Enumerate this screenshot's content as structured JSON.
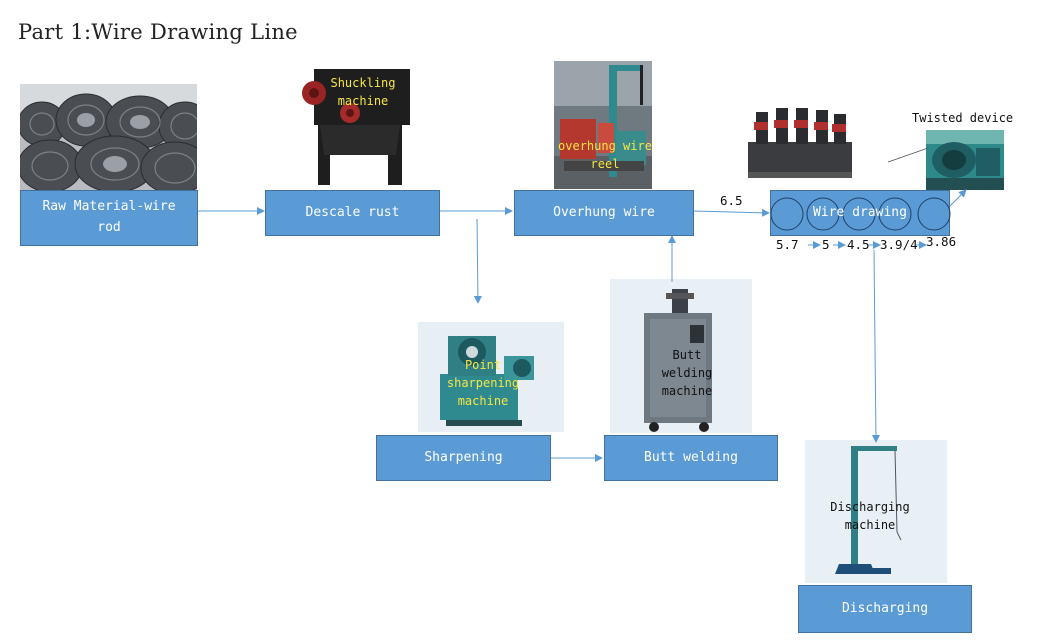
{
  "title": "Part 1:Wire Drawing Line",
  "boxes": {
    "raw_material": "Raw Material-wire rod",
    "descale": "Descale rust",
    "overhung": "Overhung wire",
    "wire_drawing": "Wire drawing",
    "sharpening": "Sharpening",
    "butt_welding": "Butt welding",
    "discharging": "Discharging"
  },
  "photo_labels": {
    "shuckling": "Shuckling machine",
    "overhung_reel": "overhung wire reel",
    "twisted": "Twisted device",
    "point_sharpening": "Point sharpening machine",
    "butt_welding_machine": "Butt welding machine",
    "discharging_machine": "Discharging machine"
  },
  "diameters": {
    "start": "6.5",
    "d1": "5.7",
    "d2": "5",
    "d3": "4.5",
    "d4": "3.9/4",
    "d5": "3.86"
  },
  "colors": {
    "box_fill": "#5b9bd5",
    "box_border": "#41719c",
    "arrow": "#5b9bd5",
    "photo_label_on_dark": "#f5e642"
  }
}
